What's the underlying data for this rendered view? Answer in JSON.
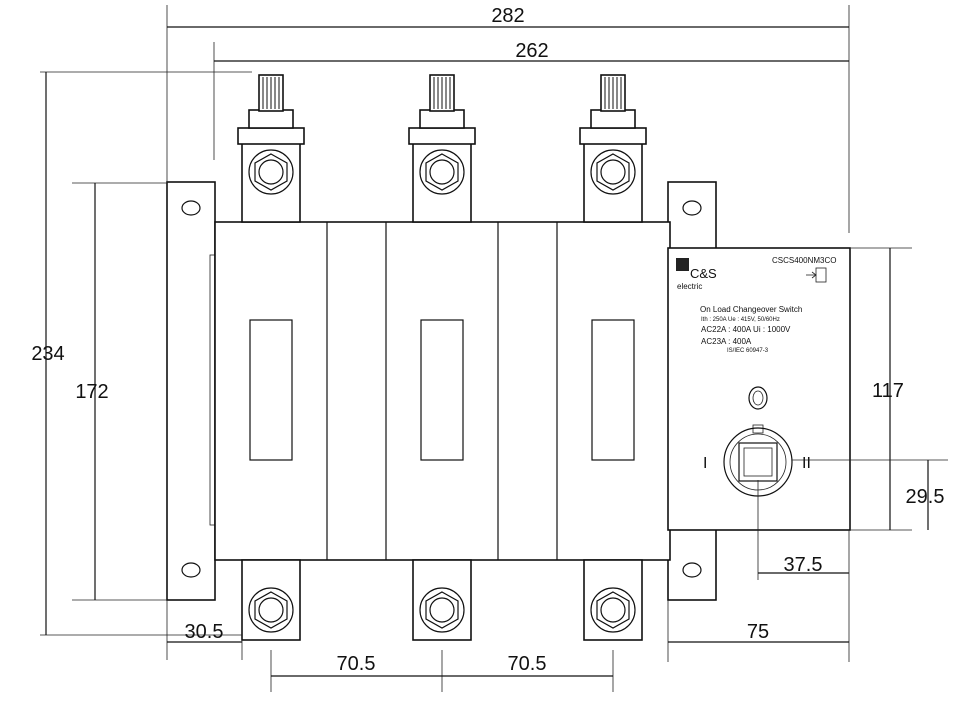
{
  "dimensions": {
    "overall_width": "282",
    "terminal_width": "262",
    "overall_height": "234",
    "mount_height": "172",
    "panel_height": "117",
    "knob_offset_v": "29.5",
    "knob_offset_h": "37.5",
    "panel_width": "75",
    "edge_offset": "30.5",
    "pitch_1": "70.5",
    "pitch_2": "70.5"
  },
  "label_plate": {
    "model": "CSCS400NM3CO",
    "brand": "C&S",
    "brand_sub": "electric",
    "title": "On Load Changeover Switch",
    "line1": "Ith : 250A  Ue : 415V, 50/60Hz",
    "line2": "AC22A : 400A  Ui : 1000V",
    "line3": "AC23A : 400A",
    "line4": "IS/IEC 60947-3",
    "pos_left": "I",
    "pos_right": "II"
  },
  "colors": {
    "line": "#111111",
    "brand_accent": "#e07b1a"
  }
}
